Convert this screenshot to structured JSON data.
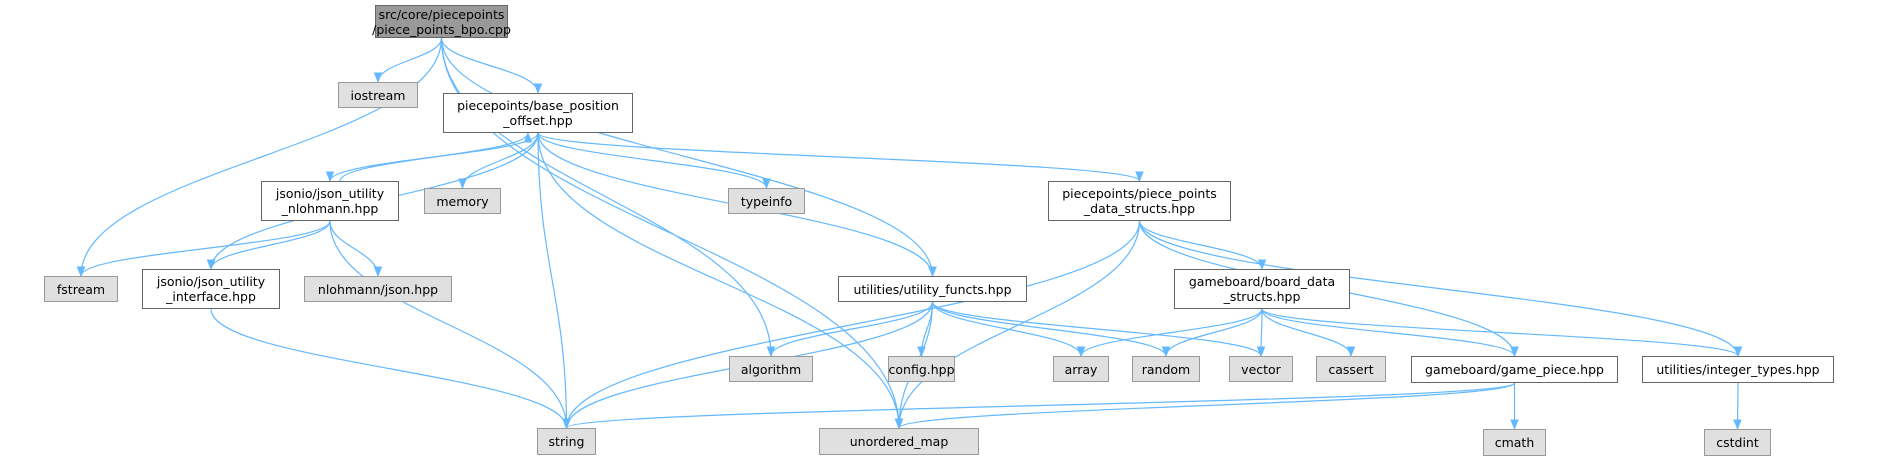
{
  "diagram": {
    "type": "include-dependency-graph",
    "edge_color": "#63b8ff",
    "colors": {
      "root_fill": "#999999",
      "local_fill": "#ffffff",
      "system_fill": "#e0e0e0",
      "border": "#666666"
    },
    "nodes": [
      {
        "id": "root",
        "label": "src/core/piecepoints\n/piece_points_bpo.cpp",
        "kind": "root"
      },
      {
        "id": "iostream",
        "label": "iostream",
        "kind": "ext"
      },
      {
        "id": "bpo",
        "label": "piecepoints/base_position\n_offset.hpp",
        "kind": "local"
      },
      {
        "id": "jsonnl",
        "label": "jsonio/json_utility\n_nlohmann.hpp",
        "kind": "local"
      },
      {
        "id": "memory",
        "label": "memory",
        "kind": "ext"
      },
      {
        "id": "typeinfo",
        "label": "typeinfo",
        "kind": "ext"
      },
      {
        "id": "ppds",
        "label": "piecepoints/piece_points\n_data_structs.hpp",
        "kind": "local"
      },
      {
        "id": "fstream",
        "label": "fstream",
        "kind": "ext"
      },
      {
        "id": "jsonif",
        "label": "jsonio/json_utility\n_interface.hpp",
        "kind": "local"
      },
      {
        "id": "nljson",
        "label": "nlohmann/json.hpp",
        "kind": "ext"
      },
      {
        "id": "uf",
        "label": "utilities/utility_functs.hpp",
        "kind": "local"
      },
      {
        "id": "bds",
        "label": "gameboard/board_data\n_structs.hpp",
        "kind": "local"
      },
      {
        "id": "algorithm",
        "label": "algorithm",
        "kind": "ext"
      },
      {
        "id": "config",
        "label": "config.hpp",
        "kind": "ext"
      },
      {
        "id": "array",
        "label": "array",
        "kind": "ext"
      },
      {
        "id": "random",
        "label": "random",
        "kind": "ext"
      },
      {
        "id": "vector",
        "label": "vector",
        "kind": "ext"
      },
      {
        "id": "cassert",
        "label": "cassert",
        "kind": "ext"
      },
      {
        "id": "gp",
        "label": "gameboard/game_piece.hpp",
        "kind": "local"
      },
      {
        "id": "it",
        "label": "utilities/integer_types.hpp",
        "kind": "local"
      },
      {
        "id": "string",
        "label": "string",
        "kind": "ext"
      },
      {
        "id": "umap",
        "label": "unordered_map",
        "kind": "ext"
      },
      {
        "id": "cmath",
        "label": "cmath",
        "kind": "ext"
      },
      {
        "id": "cstdint",
        "label": "cstdint",
        "kind": "ext"
      }
    ],
    "edges": [
      [
        "root",
        "iostream"
      ],
      [
        "root",
        "bpo"
      ],
      [
        "root",
        "fstream"
      ],
      [
        "root",
        "algorithm"
      ],
      [
        "root",
        "uf"
      ],
      [
        "root",
        "umap"
      ],
      [
        "bpo",
        "jsonnl"
      ],
      [
        "bpo",
        "memory"
      ],
      [
        "bpo",
        "typeinfo"
      ],
      [
        "bpo",
        "ppds"
      ],
      [
        "bpo",
        "jsonif"
      ],
      [
        "bpo",
        "uf"
      ],
      [
        "bpo",
        "string"
      ],
      [
        "bpo",
        "umap"
      ],
      [
        "jsonnl",
        "bpo"
      ],
      [
        "jsonnl",
        "fstream"
      ],
      [
        "jsonnl",
        "jsonif"
      ],
      [
        "jsonnl",
        "nljson"
      ],
      [
        "jsonnl",
        "string"
      ],
      [
        "jsonif",
        "string"
      ],
      [
        "ppds",
        "bds"
      ],
      [
        "ppds",
        "gp"
      ],
      [
        "ppds",
        "it"
      ],
      [
        "ppds",
        "string"
      ],
      [
        "ppds",
        "umap"
      ],
      [
        "uf",
        "algorithm"
      ],
      [
        "uf",
        "config"
      ],
      [
        "uf",
        "array"
      ],
      [
        "uf",
        "random"
      ],
      [
        "uf",
        "vector"
      ],
      [
        "uf",
        "string"
      ],
      [
        "uf",
        "umap"
      ],
      [
        "bds",
        "array"
      ],
      [
        "bds",
        "random"
      ],
      [
        "bds",
        "vector"
      ],
      [
        "bds",
        "cassert"
      ],
      [
        "bds",
        "gp"
      ],
      [
        "bds",
        "it"
      ],
      [
        "gp",
        "cmath"
      ],
      [
        "gp",
        "string"
      ],
      [
        "gp",
        "umap"
      ],
      [
        "it",
        "cstdint"
      ]
    ]
  }
}
